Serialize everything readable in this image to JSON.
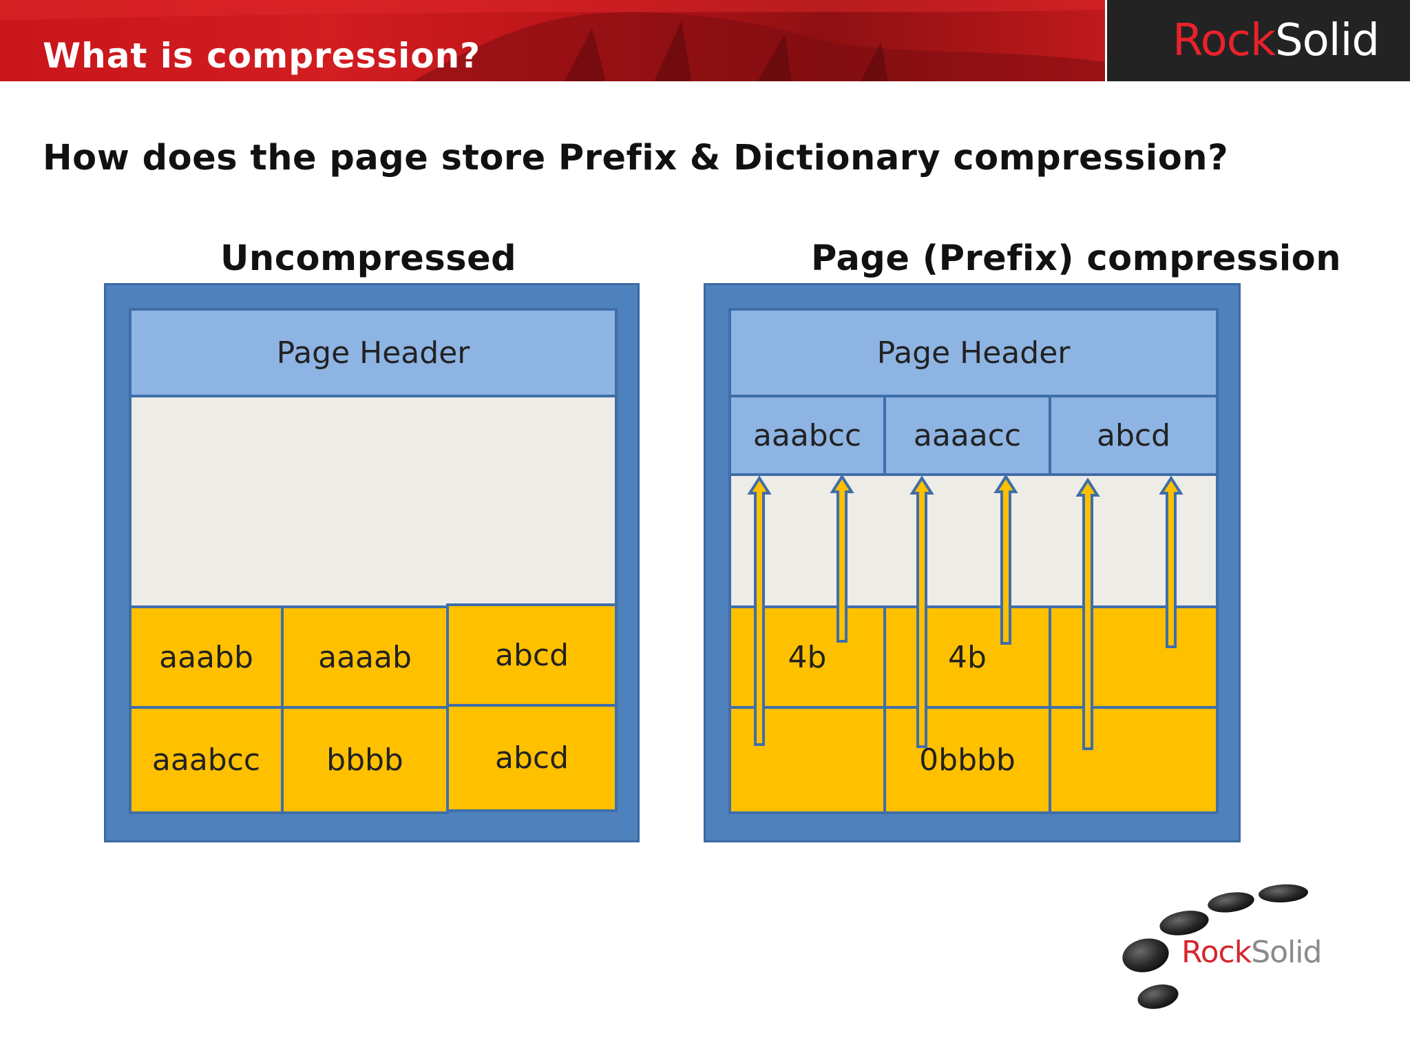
{
  "header": {
    "title": "What is compression?",
    "logo_rock": "Rock",
    "logo_solid": "Solid"
  },
  "subtitle": "How does the page store Prefix & Dictionary compression?",
  "uncompressed": {
    "title": "Uncompressed",
    "page_header": "Page Header",
    "rows": [
      [
        "aaabb",
        "aaaab",
        "abcd"
      ],
      [
        "aaabcc",
        "bbbb",
        "abcd"
      ]
    ]
  },
  "compressed": {
    "title": "Page (Prefix) compression",
    "page_header": "Page Header",
    "prefixes": [
      "aaabcc",
      "aaaacc",
      "abcd"
    ],
    "rows": [
      [
        "4b",
        "4b",
        ""
      ],
      [
        "",
        "0bbbb",
        ""
      ]
    ]
  },
  "footer": {
    "logo_rock": "Rock",
    "logo_solid": "Solid"
  },
  "colors": {
    "banner_red": "#c8161b",
    "frame_blue": "#4f81bd",
    "header_blue": "#8eb4e3",
    "gold": "#ffc000",
    "empty_gray": "#eeece6"
  }
}
